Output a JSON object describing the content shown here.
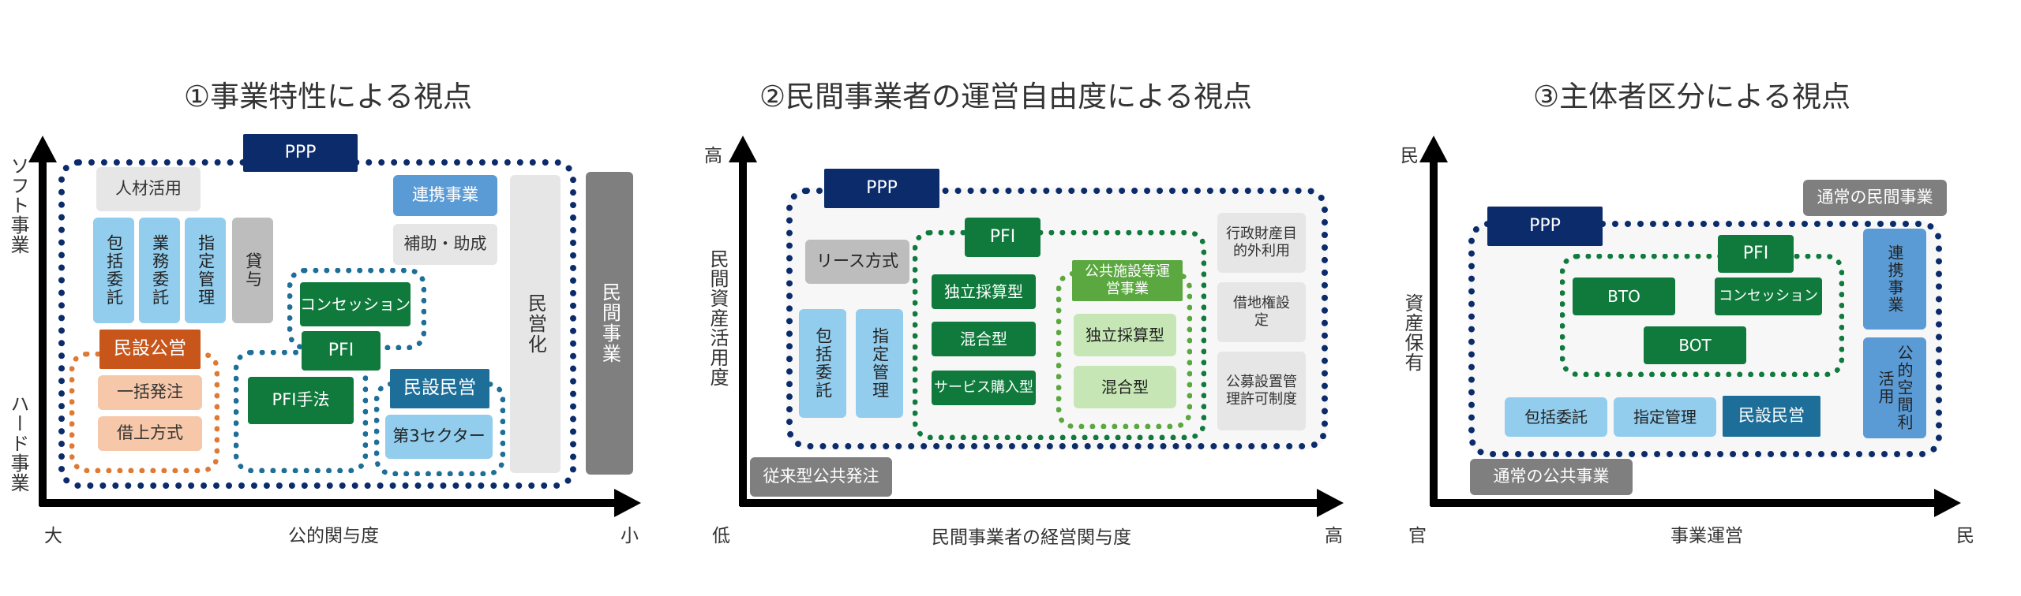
{
  "panels": {
    "p1": {
      "title": "①事業特性による視点",
      "y_top": "ソフト事業",
      "y_bottom": "ハード事業",
      "x_left": "大",
      "x_center": "公的関与度",
      "x_right": "小",
      "ppp": "PPP",
      "jinzai": "人材活用",
      "hokatsu": "包括委託",
      "gyomu": "業務委託",
      "shitei": "指定管理",
      "kashiyo": "貸与",
      "renkei": "連携事業",
      "hojo": "補助・助成",
      "minei": "民営化",
      "minkan_jigyo": "民間事業",
      "concession": "コンセッション",
      "pfi": "PFI",
      "pfi_shuho": "PFI手法",
      "minsetsu_kouei": "民設公営",
      "ikkatsu": "一括発注",
      "shakujo": "借上方式",
      "minsetsu_minei": "民設民営",
      "dai3": "第3セクター"
    },
    "p2": {
      "title": "②民間事業者の運営自由度による視点",
      "y_top": "高",
      "y_center": "民間資産活用度",
      "x_left": "低",
      "x_center": "民間事業者の経営関与度",
      "x_right": "高",
      "ppp": "PPP",
      "lease": "リース方式",
      "hokatsu": "包括委託",
      "shitei": "指定管理",
      "pfi": "PFI",
      "dokuritsu": "独立採算型",
      "kongo": "混合型",
      "service": "サービス購入型",
      "koukyou_shisetsu": "公共施設等運営事業",
      "dokuritsu2": "独立採算型",
      "kongo2": "混合型",
      "gyosei": "行政財産目的外利用",
      "shakuchi": "借地権設定",
      "koubo": "公募設置管理許可制度",
      "juraigata": "従来型公共発注"
    },
    "p3": {
      "title": "③主体者区分による視点",
      "y_top": "民",
      "y_center": "資産保有",
      "x_left": "官",
      "x_center": "事業運営",
      "x_right": "民",
      "ppp": "PPP",
      "tsujo_minkan": "通常の民間事業",
      "pfi": "PFI",
      "bto": "BTO",
      "concession": "コンセッション",
      "bot": "BOT",
      "renkei": "連携事業",
      "koteki": "公的空間利活用",
      "hokatsu": "包括委託",
      "shitei": "指定管理",
      "minsetsu_minei": "民設民営",
      "tsujo_koukyou": "通常の公共事業"
    }
  },
  "colors": {
    "navy": "#0c2b6b",
    "teal": "#1d6e98",
    "orange": "#c8561b",
    "green": "#0f7a3c",
    "light_green": "#c6e7b5",
    "light_blue": "#92cdee",
    "blue": "#5b9bd5",
    "gray": "#e6e6e6",
    "dark_gray": "#7f7f7f"
  }
}
